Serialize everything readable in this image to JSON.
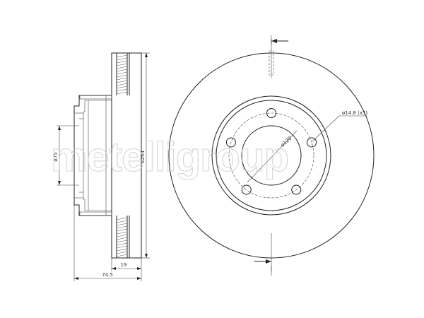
{
  "watermark": "metelligroup",
  "side_view": {
    "dimensions": {
      "hub_diameter": "ø75",
      "outer_diameter": "ø294",
      "total_height": "74.5",
      "disc_thickness": "19"
    }
  },
  "front_view": {
    "dimensions": {
      "bolt_hole_diameter": "ø14.8 (x5)",
      "pitch_circle_diameter": "ø120"
    },
    "bolt_holes": 5
  },
  "colors": {
    "line": "#222222",
    "watermark": "#c8c8c8",
    "background": "#ffffff"
  }
}
